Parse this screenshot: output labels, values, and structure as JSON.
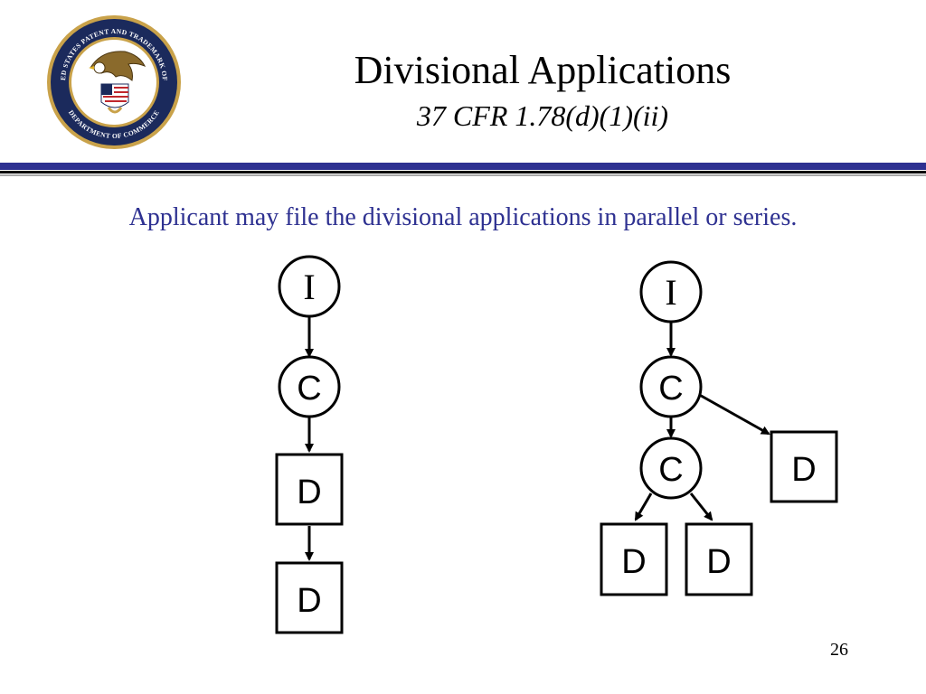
{
  "header": {
    "title": "Divisional Applications",
    "subtitle": "37 CFR 1.78(d)(1)(ii)",
    "seal_top": "UNITED STATES PATENT AND TRADEMARK OFFICE",
    "seal_bottom": "DEPARTMENT OF COMMERCE"
  },
  "body": {
    "lead": "Applicant may file the divisional applications in parallel or series."
  },
  "left_diagram": {
    "nodes": [
      {
        "shape": "circle",
        "label": "I"
      },
      {
        "shape": "circle",
        "label": "C"
      },
      {
        "shape": "square",
        "label": "D"
      },
      {
        "shape": "square",
        "label": "D"
      }
    ]
  },
  "right_diagram": {
    "nodes": [
      {
        "shape": "circle",
        "label": "I"
      },
      {
        "shape": "circle",
        "label": "C"
      },
      {
        "shape": "circle",
        "label": "C"
      },
      {
        "shape": "square",
        "label": "D"
      },
      {
        "shape": "square",
        "label": "D"
      },
      {
        "shape": "square",
        "label": "D"
      }
    ]
  },
  "footer": {
    "page_number": "26"
  },
  "colors": {
    "accent": "#2e3191",
    "text": "#000000"
  }
}
